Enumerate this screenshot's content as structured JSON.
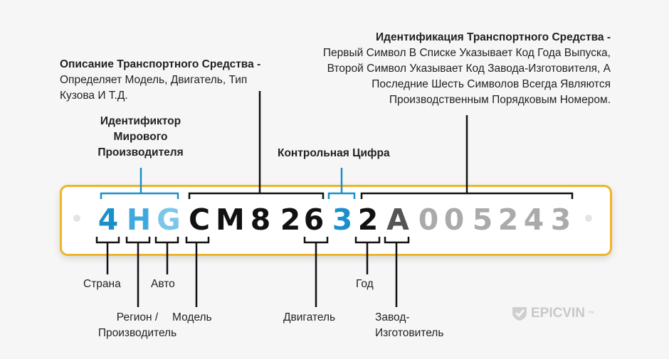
{
  "vin": {
    "chars": [
      {
        "c": "4",
        "color": "#1a8fc9"
      },
      {
        "c": "H",
        "color": "#3fa9de"
      },
      {
        "c": "G",
        "color": "#7cc6ea"
      },
      {
        "c": "C",
        "color": "#111111"
      },
      {
        "c": "M",
        "color": "#111111"
      },
      {
        "c": "8",
        "color": "#111111"
      },
      {
        "c": "2",
        "color": "#111111"
      },
      {
        "c": "6",
        "color": "#111111"
      },
      {
        "c": "3",
        "color": "#1a8fc9"
      },
      {
        "c": "2",
        "color": "#111111"
      },
      {
        "c": "A",
        "color": "#555555"
      },
      {
        "c": "0",
        "color": "#aaaaaa"
      },
      {
        "c": "0",
        "color": "#aaaaaa"
      },
      {
        "c": "5",
        "color": "#aaaaaa"
      },
      {
        "c": "2",
        "color": "#aaaaaa"
      },
      {
        "c": "4",
        "color": "#aaaaaa"
      },
      {
        "c": "3",
        "color": "#aaaaaa"
      }
    ]
  },
  "top": {
    "wmi": "Идентификтор Мирового Производителя",
    "vds_title": "Описание Транспортного Средства -",
    "vds_desc": "Определяет Модель, Двигатель, Тип Кузова И Т.Д.",
    "check": "Контрольная Цифра",
    "vis_title": "Идентификация Транспортного Средства -",
    "vis_desc": "Первый Символ В Списке Указывает Код Года Выпуска, Второй Символ Указывает Код Завода-Изготовителя, А Последние Шесть Символов Всегда Являются Производственным Порядковым Номером."
  },
  "bottom": {
    "country": "Страна",
    "region": "Регион / Производитель",
    "auto": "Авто",
    "model": "Модель",
    "engine": "Двигатель",
    "year": "Год",
    "plant": "Завод-Изготовитель"
  },
  "logo": {
    "text": "EPICVIN",
    "tm": "™"
  },
  "colors": {
    "accent": "#1a8fc9",
    "plate_border": "#f0b429"
  }
}
